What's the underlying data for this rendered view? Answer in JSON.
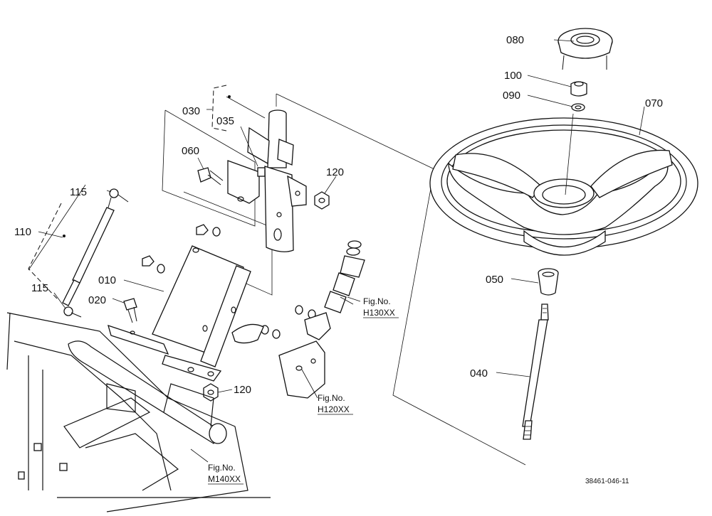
{
  "parts": {
    "p010": "010",
    "p020": "020",
    "p030": "030",
    "p035": "035",
    "p040": "040",
    "p050": "050",
    "p060": "060",
    "p070": "070",
    "p080": "080",
    "p090": "090",
    "p100": "100",
    "p110": "110",
    "p115a": "115",
    "p115b": "115",
    "p120a": "120",
    "p120b": "120"
  },
  "references": {
    "h130": {
      "line1": "Fig.No.",
      "line2": "H130XX"
    },
    "h120": {
      "line1": "Fig.No.",
      "line2": "H120XX"
    },
    "m140": {
      "line1": "Fig.No.",
      "line2": "M140XX"
    }
  },
  "drawing_code": "38461-046-11"
}
